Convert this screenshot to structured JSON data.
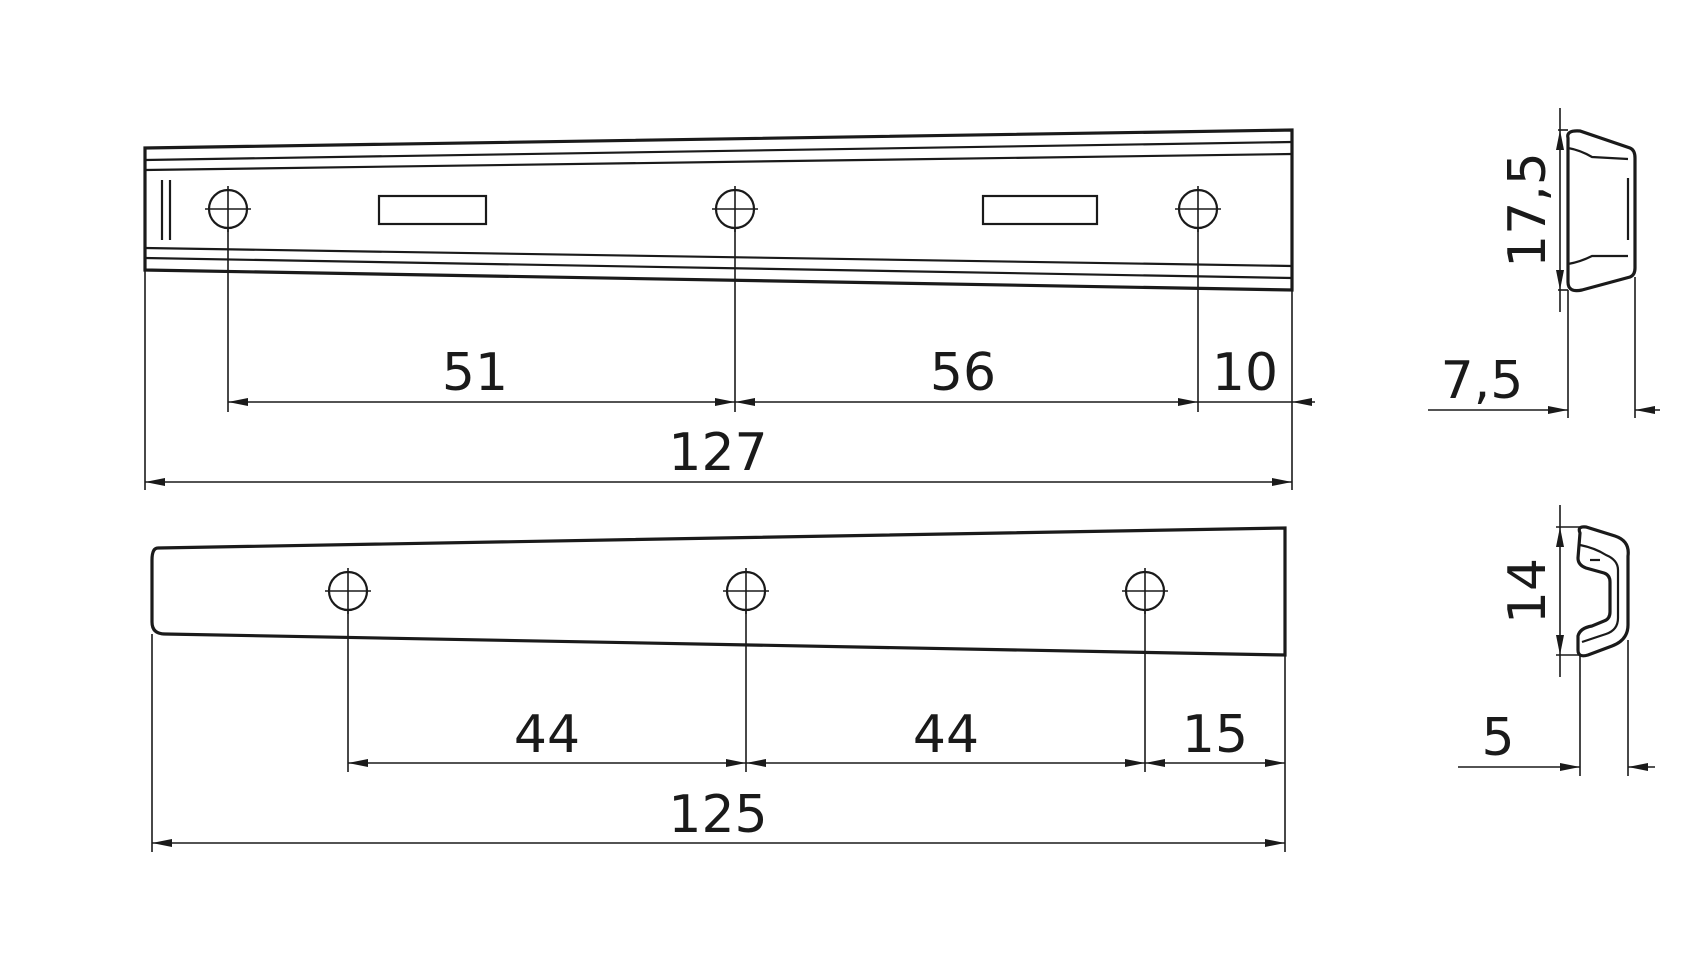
{
  "colors": {
    "line": "#1a1a1a",
    "background": "#ffffff"
  },
  "upper_rail": {
    "hole_spacing_left": "51",
    "hole_spacing_right": "56",
    "end_offset": "10",
    "overall_length": "127",
    "profile_height": "17,5",
    "profile_width": "7,5"
  },
  "lower_rail": {
    "hole_spacing_left": "44",
    "hole_spacing_right": "44",
    "end_offset": "15",
    "overall_length": "125",
    "profile_height": "14",
    "profile_width": "5"
  }
}
